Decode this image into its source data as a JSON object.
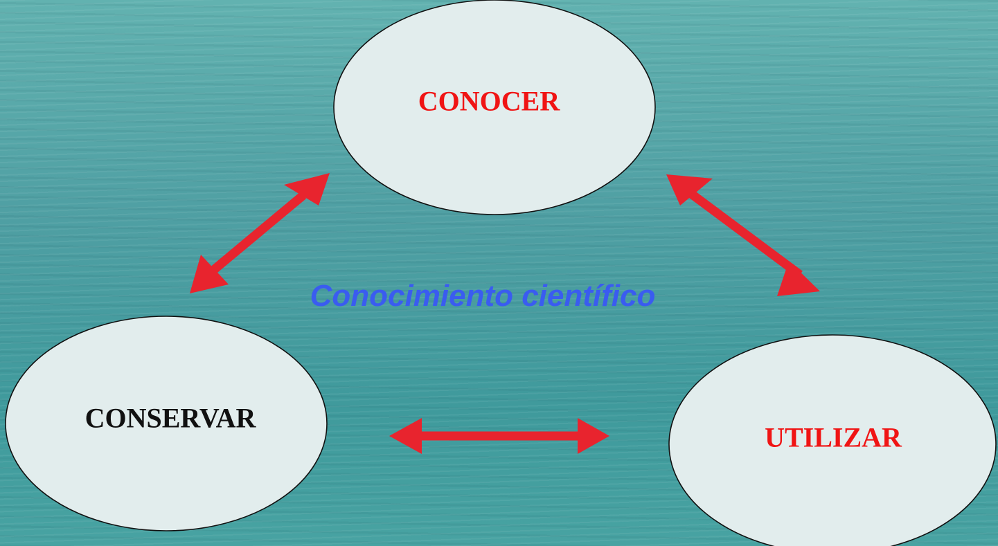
{
  "diagram": {
    "center_text": "Conocimiento científico",
    "nodes": [
      {
        "id": "conocer",
        "label": "CONOCER"
      },
      {
        "id": "conservar",
        "label": "CONSERVAR"
      },
      {
        "id": "utilizar",
        "label": "UTILIZAR"
      }
    ],
    "edges": [
      {
        "from": "conservar",
        "to": "conocer",
        "type": "bidirectional"
      },
      {
        "from": "conocer",
        "to": "utilizar",
        "type": "bidirectional"
      },
      {
        "from": "conservar",
        "to": "utilizar",
        "type": "bidirectional"
      }
    ]
  },
  "colors": {
    "arrow": "#e8242e",
    "label_red": "#f01414",
    "label_black": "#111111",
    "center_text": "#3a5cf0",
    "ellipse_fill": "#e2eded"
  }
}
